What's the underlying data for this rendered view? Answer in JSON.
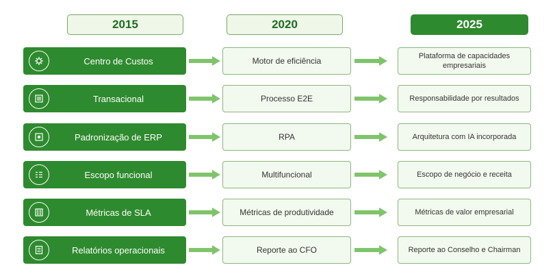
{
  "years": [
    "2015",
    "2020",
    "2025"
  ],
  "rows": [
    {
      "icon": "gear-icon",
      "from": "Centro de Custos",
      "mid": "Motor de eficiência",
      "to": "Plataforma de capacidades empresariais"
    },
    {
      "icon": "list-icon",
      "from": "Transacional",
      "mid": "Processo E2E",
      "to": "Responsabilidade por resultados"
    },
    {
      "icon": "square-icon",
      "from": "Padronização de ERP",
      "mid": "RPA",
      "to": "Arquitetura com IA incorporada"
    },
    {
      "icon": "grid-list-icon",
      "from": "Escopo funcional",
      "mid": "Multifuncional",
      "to": "Escopo de negócio e receita"
    },
    {
      "icon": "columns-icon",
      "from": "Métricas de SLA",
      "mid": "Métricas de produtividade",
      "to": "Métricas de valor empresarial"
    },
    {
      "icon": "document-icon",
      "from": "Relatórios operacionais",
      "mid": "Reporte ao CFO",
      "to": "Reporte ao Conselho e Chairman"
    }
  ],
  "colors": {
    "primary": "#2e8a2e",
    "light": "#f2f9ee",
    "arrow": "#7fc46a"
  }
}
